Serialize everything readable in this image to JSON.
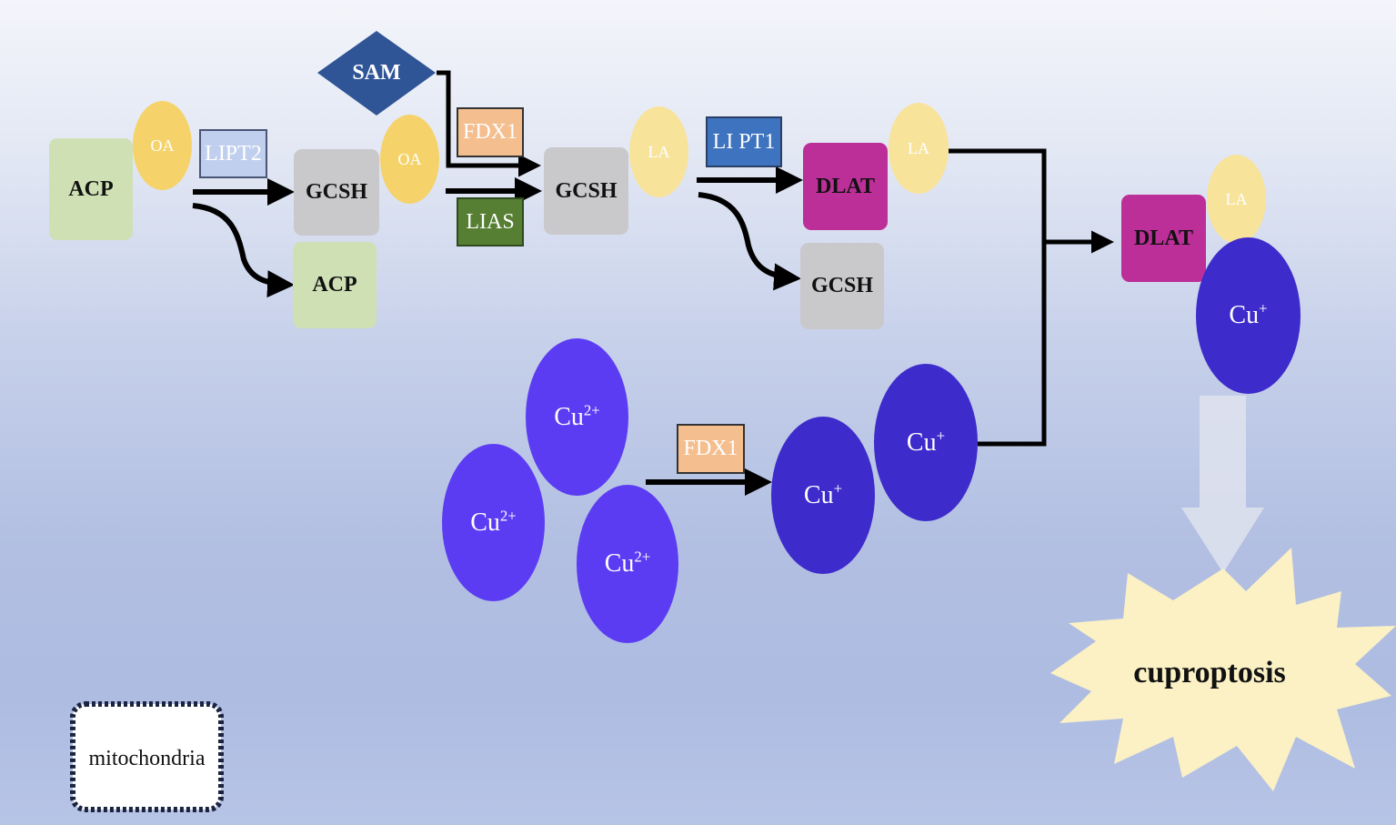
{
  "nodes": {
    "acp_left": "ACP",
    "oa_1": "OA",
    "lipt2": "LIPT2",
    "gcsh_1": "GCSH",
    "oa_2": "OA",
    "acp_bottom": "ACP",
    "sam": "SAM",
    "fdx1_top": "FDX1",
    "lias": "LIAS",
    "gcsh_2": "GCSH",
    "la_1": "LA",
    "lipt1": "LI PT1",
    "dlat_1": "DLAT",
    "la_2": "LA",
    "gcsh_3": "GCSH",
    "dlat_2": "DLAT",
    "la_3": "LA",
    "fdx1_bottom": "FDX1",
    "cuproptosis": "cuproptosis",
    "mitochondria": "mitochondria"
  },
  "copper": {
    "cu2_base": "Cu",
    "cu2_charge": "2+",
    "cu1_base": "Cu",
    "cu1_charge": "+"
  },
  "colors": {
    "acp": "#cfe0b5",
    "gcsh": "#c9c9cb",
    "dlat": "#bc2f98",
    "oa": "#f5d36a",
    "la": "#f8e39b",
    "sam": "#2f5597",
    "cu2": "#5b3cf3",
    "cu1": "#3d2bcb",
    "cuproptosis_burst": "#fbf1c4"
  }
}
